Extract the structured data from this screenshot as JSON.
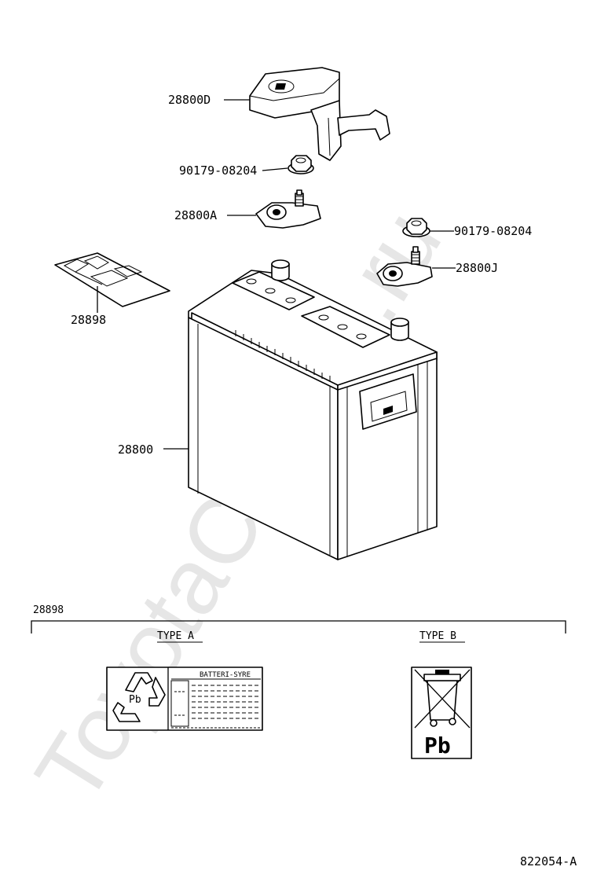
{
  "watermark": "ToyotaCarline.ru",
  "callouts": {
    "cover": "28800D",
    "nut_upper": "90179-08204",
    "clamp_a": "28800A",
    "nut_right": "90179-08204",
    "clamp_j": "28800J",
    "label_sheet": "28898",
    "battery": "28800"
  },
  "section": {
    "title": "28898",
    "type_a": "TYPE A",
    "type_b": "TYPE B",
    "label_a_heading": "BATTERI-SYRE",
    "recycle_symbol": "Pb",
    "bin_symbol": "Pb"
  },
  "figure_id": "822054-A"
}
